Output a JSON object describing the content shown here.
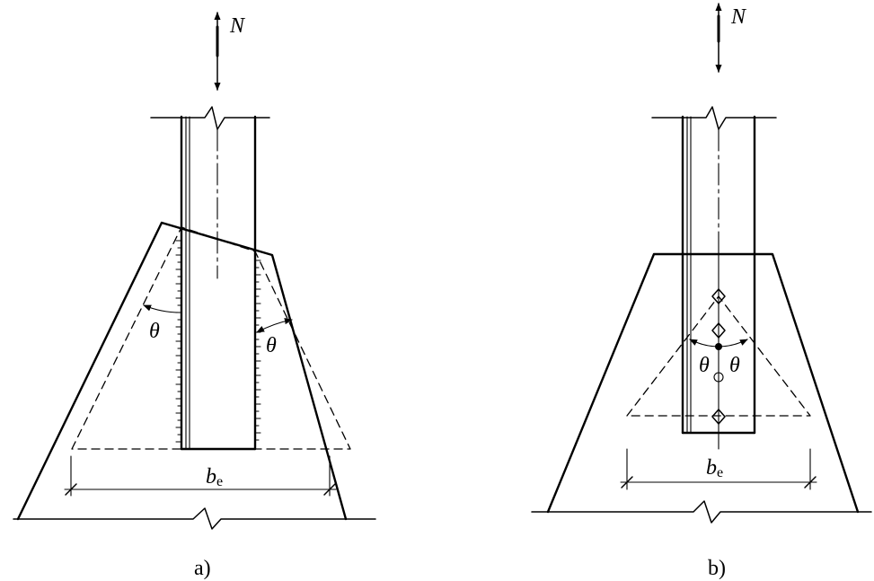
{
  "figure": {
    "panel_a": {
      "caption": "a)",
      "force_label": "N",
      "angle_label_left": "θ",
      "angle_label_right": "θ",
      "width_symbol": "b",
      "width_subscript": "e"
    },
    "panel_b": {
      "caption": "b)",
      "force_label": "N",
      "angle_label_left": "θ",
      "angle_label_right": "θ",
      "width_symbol": "b",
      "width_subscript": "e"
    }
  },
  "colors": {
    "line": "#000000",
    "background": "#ffffff"
  }
}
